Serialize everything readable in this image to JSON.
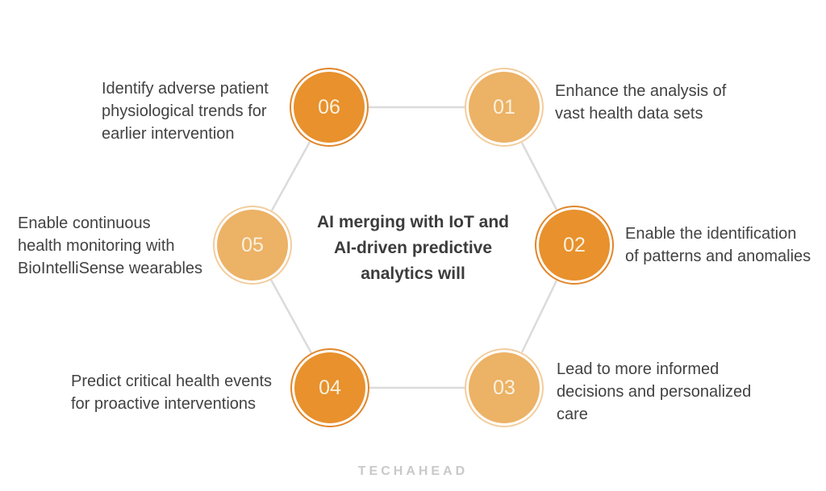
{
  "colors": {
    "dark_orange_fill": "#E8912D",
    "dark_orange_ring": "#E1862A",
    "light_orange_fill": "#ECB266",
    "light_orange_ring": "#F2CD9E",
    "connector_gray": "#DBDBDB",
    "label_text": "#424242",
    "center_text": "#3C3C3C",
    "number_text": "#FAF1DE",
    "logo_gray": "#C9C9C9",
    "background": "#FFFFFF"
  },
  "center": {
    "text": "AI merging with IoT and\nAI-driven predictive\nanalytics will"
  },
  "items": [
    {
      "number": "01",
      "tone": "light",
      "text": "Enhance the analysis of\nvast health data sets"
    },
    {
      "number": "02",
      "tone": "dark",
      "text": "Enable the identification\nof patterns and anomalies"
    },
    {
      "number": "03",
      "tone": "light",
      "text": "Lead to more informed\ndecisions and personalized\ncare"
    },
    {
      "number": "04",
      "tone": "dark",
      "text": "Predict critical health events\nfor proactive interventions"
    },
    {
      "number": "05",
      "tone": "light",
      "text": "Enable continuous\nhealth monitoring with\nBioIntelliSense wearables"
    },
    {
      "number": "06",
      "tone": "dark",
      "text": "Identify adverse patient\nphysiological trends for\nearlier intervention"
    }
  ],
  "footer": {
    "logo_text": "TECHAHEAD"
  }
}
